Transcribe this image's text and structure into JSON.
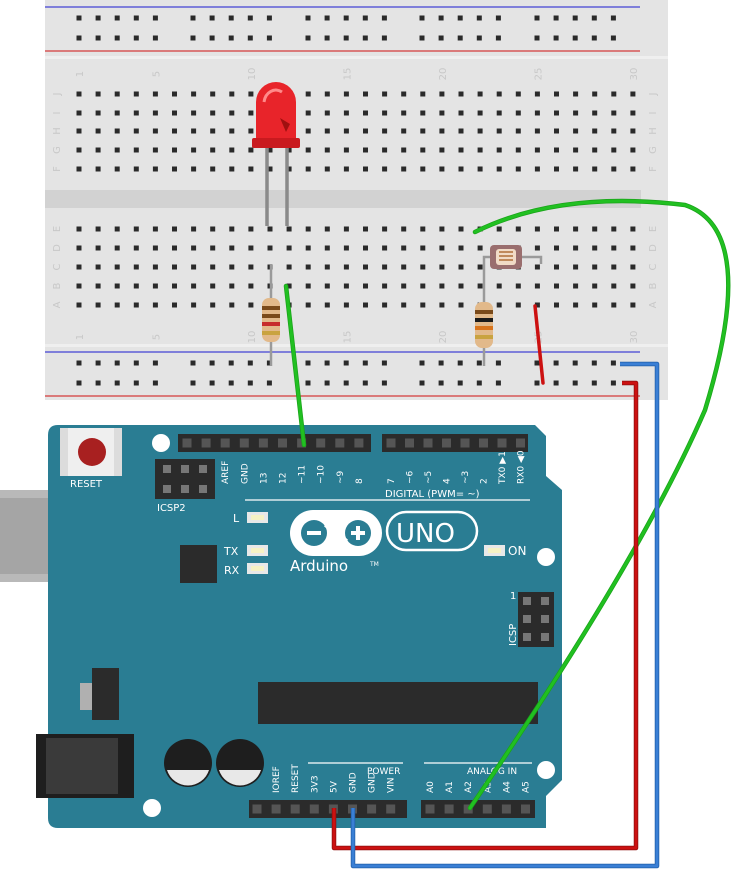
{
  "breadboard": {
    "column_labels": [
      "1",
      "5",
      "10",
      "15",
      "20",
      "25",
      "30"
    ],
    "top_row_labels": [
      "J",
      "I",
      "H",
      "G",
      "F"
    ],
    "bottom_row_labels": [
      "E",
      "D",
      "C",
      "B",
      "A"
    ]
  },
  "arduino": {
    "reset_label": "RESET",
    "icsp2_label": "ICSP2",
    "icsp_label": "ICSP",
    "icsp_pin1_label": "1",
    "brand": "Arduino",
    "tm": "TM",
    "model": "UNO",
    "on_label": "ON",
    "l_label": "L",
    "tx_label": "TX",
    "rx_label": "RX",
    "digital_label": "DIGITAL (PWM= ~)",
    "digital_pins": [
      "AREF",
      "GND",
      "13",
      "12",
      "~11",
      "~10",
      "~9",
      "8",
      "7",
      "~6",
      "~5",
      "4",
      "~3",
      "2",
      "TX0 ▶1",
      "RX0 ◀0"
    ],
    "power_label": "POWER",
    "power_pins": [
      "IOREF",
      "RESET",
      "3V3",
      "5V",
      "GND",
      "GND",
      "VIN"
    ],
    "analog_label": "ANALOG IN",
    "analog_pins": [
      "A0",
      "A1",
      "A2",
      "A3",
      "A4",
      "A5"
    ]
  },
  "colors": {
    "board": "#2a7d93",
    "wire_green": "#21c021",
    "wire_red": "#cc1111",
    "wire_blue": "#3a7fd5",
    "led": "#e8242a",
    "rail_red": "#d01010",
    "rail_blue": "#1a1ad0"
  }
}
